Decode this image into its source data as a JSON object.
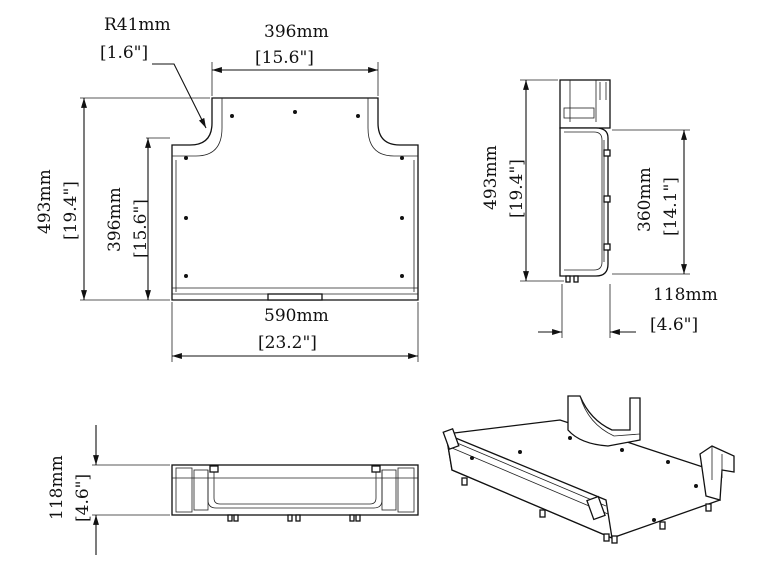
{
  "diagram": {
    "top_view": {
      "radius_mm": "R41mm",
      "radius_in": "[1.6\"]",
      "branch_width_mm": "396mm",
      "branch_width_in": "[15.6\"]",
      "total_length_mm": "493mm",
      "total_length_in": "[19.4\"]",
      "body_length_mm": "396mm",
      "body_length_in": "[15.6\"]",
      "total_width_mm": "590mm",
      "total_width_in": "[23.2\"]"
    },
    "side_view": {
      "total_length_mm": "493mm",
      "total_length_in": "[19.4\"]",
      "inner_length_mm": "360mm",
      "inner_length_in": "[14.1\"]",
      "depth_mm": "118mm",
      "depth_in": "[4.6\"]"
    },
    "front_view": {
      "depth_mm": "118mm",
      "depth_in": "[4.6\"]"
    }
  }
}
